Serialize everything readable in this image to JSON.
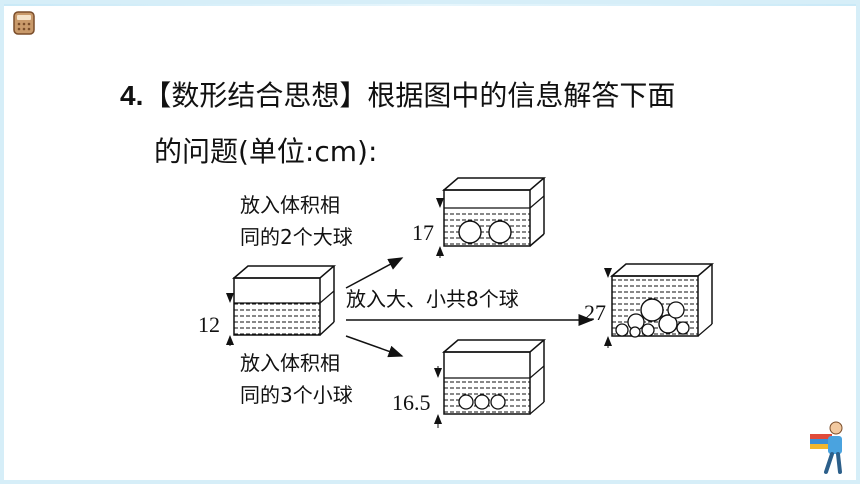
{
  "question": {
    "number": "4.",
    "tag": "【数形结合思想】",
    "line1_rest": "根据图中的信息解答下面",
    "line2": "的问题(单位:cm):"
  },
  "diagram": {
    "label_top_line1": "放入体积相",
    "label_top_line2": "同的2个大球",
    "label_bottom_line1": "放入体积相",
    "label_bottom_line2": "同的3个小球",
    "label_middle": "放入大、小共8个球",
    "height_initial": "12",
    "height_two_big": "17",
    "height_three_small": "16.5",
    "height_all": "27"
  },
  "icons": [
    "calculator-icon",
    "student-carrying-books-icon"
  ],
  "colors": {
    "border": "#d6eef8",
    "text": "#111111"
  }
}
